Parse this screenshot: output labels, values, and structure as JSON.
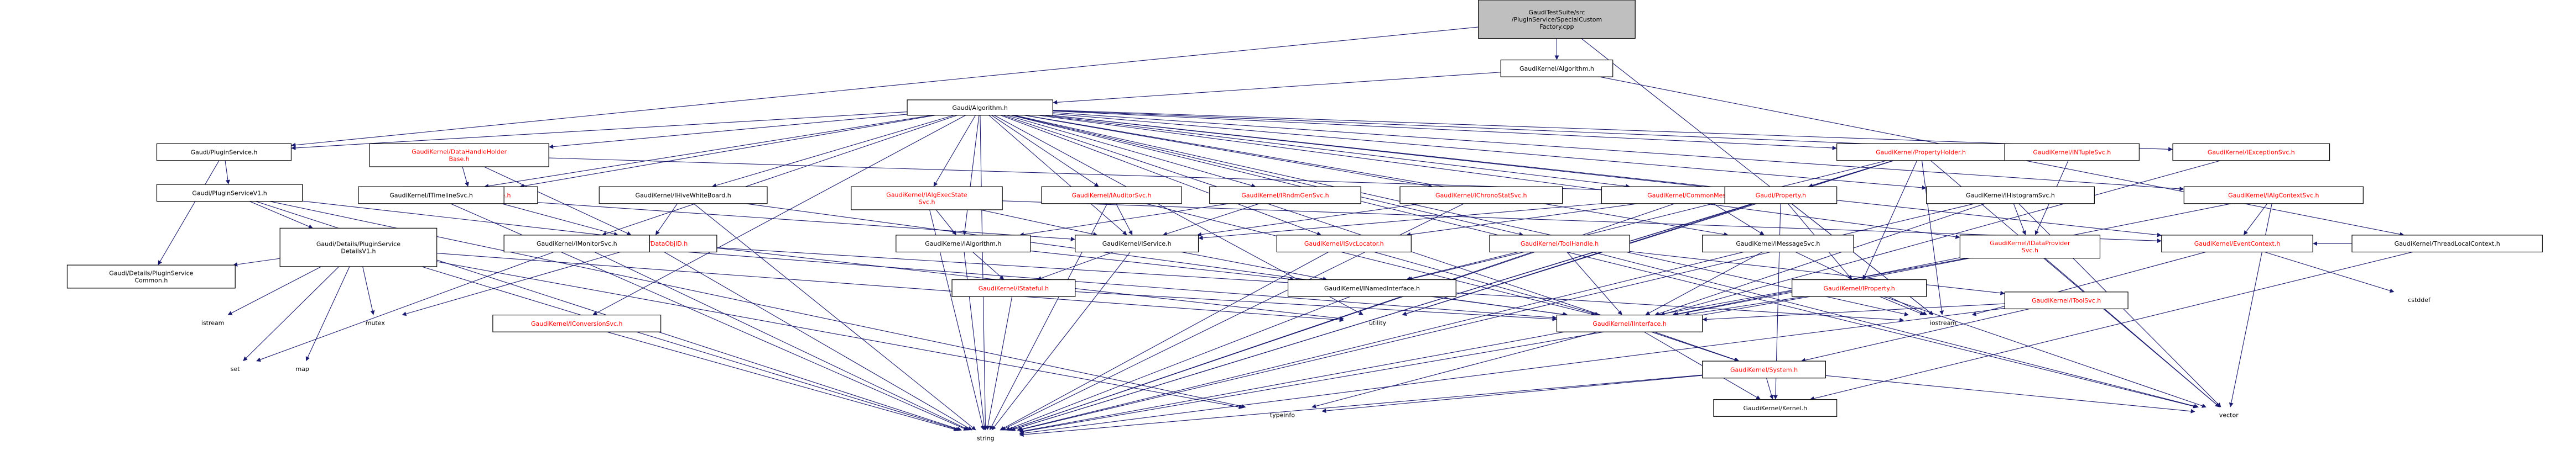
{
  "colors": {
    "node_fill": "#ffffff",
    "root_fill": "#bfbfbf",
    "node_border": "#000000",
    "edge": "#191970",
    "link_text": "#000000",
    "missing_text": "#ff0000"
  },
  "nodes": [
    {
      "id": "root",
      "label": "GaudiTestSuite/src\n/PluginService/SpecialCustom\nFactory.cpp",
      "style": "root"
    },
    {
      "id": "ga_main",
      "label": "GaudiKernel/Algorithm.h",
      "style": "black"
    },
    {
      "id": "ga",
      "label": "Gaudi/Algorithm.h",
      "style": "black"
    },
    {
      "id": "gps",
      "label": "Gaudi/PluginService.h",
      "style": "black"
    },
    {
      "id": "gpsv1",
      "label": "Gaudi/PluginServiceV1.h",
      "style": "black"
    },
    {
      "id": "details_v1",
      "label": "Gaudi/Details/PluginService\nDetailsV1.h",
      "style": "black"
    },
    {
      "id": "details_common",
      "label": "Gaudi/Details/PluginService\nCommon.h",
      "style": "black"
    },
    {
      "id": "dhb",
      "label": "GaudiKernel/DataHandleHolder\nBase.h",
      "style": "red"
    },
    {
      "id": "datahandle",
      "label": "GaudiKernel/DataHandle.h",
      "style": "red"
    },
    {
      "id": "dataobjid",
      "label": "GaudiKernel/DataObjID.h",
      "style": "red"
    },
    {
      "id": "timeline",
      "label": "GaudiKernel/ITimelineSvc.h",
      "style": "black"
    },
    {
      "id": "hivewb",
      "label": "GaudiKernel/IHiveWhiteBoard.h",
      "style": "black"
    },
    {
      "id": "imonitor",
      "label": "GaudiKernel/IMonitorSvc.h",
      "style": "black"
    },
    {
      "id": "iconv",
      "label": "GaudiKernel/IConversionSvc.h",
      "style": "red"
    },
    {
      "id": "ialgexec",
      "label": "GaudiKernel/IAlgExecState\nSvc.h",
      "style": "red"
    },
    {
      "id": "iauditor",
      "label": "GaudiKernel/IAuditorSvc.h",
      "style": "red"
    },
    {
      "id": "irndm",
      "label": "GaudiKernel/IRndmGenSvc.h",
      "style": "red"
    },
    {
      "id": "ichrono",
      "label": "GaudiKernel/IChronoStatSvc.h",
      "style": "red"
    },
    {
      "id": "commonmsg",
      "label": "GaudiKernel/CommonMessaging.h",
      "style": "red"
    },
    {
      "id": "propholder",
      "label": "GaudiKernel/PropertyHolder.h",
      "style": "red"
    },
    {
      "id": "intuple",
      "label": "GaudiKernel/INTupleSvc.h",
      "style": "red"
    },
    {
      "id": "iexception",
      "label": "GaudiKernel/IExceptionSvc.h",
      "style": "red"
    },
    {
      "id": "ialgcontext",
      "label": "GaudiKernel/IAlgContextSvc.h",
      "style": "red"
    },
    {
      "id": "property",
      "label": "Gaudi/Property.h",
      "style": "red"
    },
    {
      "id": "ihisto",
      "label": "GaudiKernel/IHistogramSvc.h",
      "style": "black"
    },
    {
      "id": "ialgorithm",
      "label": "GaudiKernel/IAlgorithm.h",
      "style": "black"
    },
    {
      "id": "iservice",
      "label": "GaudiKernel/IService.h",
      "style": "black"
    },
    {
      "id": "isvclocator",
      "label": "GaudiKernel/ISvcLocator.h",
      "style": "red"
    },
    {
      "id": "toolhandle",
      "label": "GaudiKernel/ToolHandle.h",
      "style": "red"
    },
    {
      "id": "imessage",
      "label": "GaudiKernel/IMessageSvc.h",
      "style": "black"
    },
    {
      "id": "idataprov",
      "label": "GaudiKernel/IDataProvider\nSvc.h",
      "style": "red"
    },
    {
      "id": "eventctx",
      "label": "GaudiKernel/EventContext.h",
      "style": "red"
    },
    {
      "id": "threadlocal",
      "label": "GaudiKernel/ThreadLocalContext.h",
      "style": "black"
    },
    {
      "id": "iproperty",
      "label": "GaudiKernel/IProperty.h",
      "style": "red"
    },
    {
      "id": "istateful",
      "label": "GaudiKernel/IStateful.h",
      "style": "red"
    },
    {
      "id": "inamed",
      "label": "GaudiKernel/INamedInterface.h",
      "style": "black"
    },
    {
      "id": "itoolsvc",
      "label": "GaudiKernel/IToolSvc.h",
      "style": "red"
    },
    {
      "id": "iinterface",
      "label": "GaudiKernel/IInterface.h",
      "style": "red"
    },
    {
      "id": "system",
      "label": "GaudiKernel/System.h",
      "style": "red"
    },
    {
      "id": "kernel",
      "label": "GaudiKernel/Kernel.h",
      "style": "black"
    },
    {
      "id": "utility",
      "label": "utility",
      "style": "plain"
    },
    {
      "id": "iostream",
      "label": "iostream",
      "style": "plain"
    },
    {
      "id": "cstddef",
      "label": "cstddef",
      "style": "plain"
    },
    {
      "id": "istream",
      "label": "istream",
      "style": "plain"
    },
    {
      "id": "set",
      "label": "set",
      "style": "plain"
    },
    {
      "id": "mutex",
      "label": "mutex",
      "style": "plain"
    },
    {
      "id": "map",
      "label": "map",
      "style": "plain"
    },
    {
      "id": "typeinfo",
      "label": "typeinfo",
      "style": "plain"
    },
    {
      "id": "string",
      "label": "string",
      "style": "plain"
    },
    {
      "id": "vector",
      "label": "vector",
      "style": "plain"
    }
  ],
  "edges": [
    [
      "root",
      "ga_main"
    ],
    [
      "root",
      "gps"
    ],
    [
      "root",
      "iostream"
    ],
    [
      "ga_main",
      "ga"
    ],
    [
      "ga_main",
      "threadlocal"
    ],
    [
      "ga",
      "gps"
    ],
    [
      "ga",
      "dhb"
    ],
    [
      "ga",
      "datahandle"
    ],
    [
      "ga",
      "timeline"
    ],
    [
      "ga",
      "hivewb"
    ],
    [
      "ga",
      "imonitor"
    ],
    [
      "ga",
      "iconv"
    ],
    [
      "ga",
      "ialgexec"
    ],
    [
      "ga",
      "iauditor"
    ],
    [
      "ga",
      "irndm"
    ],
    [
      "ga",
      "ichrono"
    ],
    [
      "ga",
      "commonmsg"
    ],
    [
      "ga",
      "propholder"
    ],
    [
      "ga",
      "intuple"
    ],
    [
      "ga",
      "iexception"
    ],
    [
      "ga",
      "ialgcontext"
    ],
    [
      "ga",
      "property"
    ],
    [
      "ga",
      "ihisto"
    ],
    [
      "ga",
      "ialgorithm"
    ],
    [
      "ga",
      "iservice"
    ],
    [
      "ga",
      "isvclocator"
    ],
    [
      "ga",
      "toolhandle"
    ],
    [
      "ga",
      "imessage"
    ],
    [
      "ga",
      "idataprov"
    ],
    [
      "ga",
      "eventctx"
    ],
    [
      "ga",
      "system"
    ],
    [
      "ga",
      "string"
    ],
    [
      "ga",
      "vector"
    ],
    [
      "ga",
      "utility"
    ],
    [
      "ga",
      "iostream"
    ],
    [
      "gps",
      "gpsv1"
    ],
    [
      "gps",
      "details_common"
    ],
    [
      "gpsv1",
      "details_v1"
    ],
    [
      "gpsv1",
      "string"
    ],
    [
      "gpsv1",
      "typeinfo"
    ],
    [
      "gpsv1",
      "utility"
    ],
    [
      "details_v1",
      "details_common"
    ],
    [
      "details_v1",
      "istream"
    ],
    [
      "details_v1",
      "map"
    ],
    [
      "details_v1",
      "set"
    ],
    [
      "details_v1",
      "mutex"
    ],
    [
      "details_v1",
      "string"
    ],
    [
      "details_v1",
      "typeinfo"
    ],
    [
      "details_v1",
      "utility"
    ],
    [
      "dhb",
      "datahandle"
    ],
    [
      "dhb",
      "dataobjid"
    ],
    [
      "dhb",
      "property"
    ],
    [
      "datahandle",
      "dataobjid"
    ],
    [
      "dataobjid",
      "string"
    ],
    [
      "dataobjid",
      "mutex"
    ],
    [
      "dataobjid",
      "iostream"
    ],
    [
      "timeline",
      "iservice"
    ],
    [
      "timeline",
      "string"
    ],
    [
      "hivewb",
      "dataobjid"
    ],
    [
      "hivewb",
      "iinterface"
    ],
    [
      "hivewb",
      "string"
    ],
    [
      "imonitor",
      "iinterface"
    ],
    [
      "imonitor",
      "set"
    ],
    [
      "imonitor",
      "string"
    ],
    [
      "iconv",
      "string"
    ],
    [
      "ialgexec",
      "iservice"
    ],
    [
      "ialgexec",
      "ialgorithm"
    ],
    [
      "ialgexec",
      "eventctx"
    ],
    [
      "ialgexec",
      "string"
    ],
    [
      "iauditor",
      "iservice"
    ],
    [
      "iauditor",
      "iinterface"
    ],
    [
      "iauditor",
      "string"
    ],
    [
      "irndm",
      "iservice"
    ],
    [
      "irndm",
      "ialgorithm"
    ],
    [
      "ichrono",
      "iservice"
    ],
    [
      "ichrono",
      "string"
    ],
    [
      "commonmsg",
      "iservice"
    ],
    [
      "commonmsg",
      "isvclocator"
    ],
    [
      "commonmsg",
      "imessage"
    ],
    [
      "commonmsg",
      "string"
    ],
    [
      "propholder",
      "property"
    ],
    [
      "propholder",
      "iproperty"
    ],
    [
      "propholder",
      "inamed"
    ],
    [
      "propholder",
      "string"
    ],
    [
      "propholder",
      "vector"
    ],
    [
      "propholder",
      "utility"
    ],
    [
      "propholder",
      "iostream"
    ],
    [
      "intuple",
      "idataprov"
    ],
    [
      "iexception",
      "iinterface"
    ],
    [
      "ialgcontext",
      "eventctx"
    ],
    [
      "ialgcontext",
      "iinterface"
    ],
    [
      "ialgcontext",
      "vector"
    ],
    [
      "property",
      "iproperty"
    ],
    [
      "property",
      "kernel"
    ],
    [
      "property",
      "string"
    ],
    [
      "property",
      "utility"
    ],
    [
      "property",
      "iostream"
    ],
    [
      "ihisto",
      "idataprov"
    ],
    [
      "ihisto",
      "iinterface"
    ],
    [
      "ihisto",
      "string"
    ],
    [
      "ihisto",
      "vector"
    ],
    [
      "ialgorithm",
      "istateful"
    ],
    [
      "ialgorithm",
      "inamed"
    ],
    [
      "ialgorithm",
      "string"
    ],
    [
      "iservice",
      "istateful"
    ],
    [
      "iservice",
      "inamed"
    ],
    [
      "iservice",
      "string"
    ],
    [
      "isvclocator",
      "iinterface"
    ],
    [
      "isvclocator",
      "string"
    ],
    [
      "toolhandle",
      "inamed"
    ],
    [
      "toolhandle",
      "itoolsvc"
    ],
    [
      "toolhandle",
      "iinterface"
    ],
    [
      "toolhandle",
      "string"
    ],
    [
      "toolhandle",
      "vector"
    ],
    [
      "imessage",
      "iinterface"
    ],
    [
      "imessage",
      "iostream"
    ],
    [
      "imessage",
      "string"
    ],
    [
      "idataprov",
      "iinterface"
    ],
    [
      "idataprov",
      "string"
    ],
    [
      "idataprov",
      "vector"
    ],
    [
      "eventctx",
      "cstddef"
    ],
    [
      "eventctx",
      "iostream"
    ],
    [
      "threadlocal",
      "eventctx"
    ],
    [
      "threadlocal",
      "kernel"
    ],
    [
      "iproperty",
      "iinterface"
    ],
    [
      "iproperty",
      "iostream"
    ],
    [
      "iproperty",
      "string"
    ],
    [
      "iproperty",
      "vector"
    ],
    [
      "istateful",
      "iinterface"
    ],
    [
      "istateful",
      "string"
    ],
    [
      "inamed",
      "iinterface"
    ],
    [
      "inamed",
      "string"
    ],
    [
      "itoolsvc",
      "iinterface"
    ],
    [
      "itoolsvc",
      "system"
    ],
    [
      "itoolsvc",
      "string"
    ],
    [
      "iinterface",
      "system"
    ],
    [
      "iinterface",
      "kernel"
    ],
    [
      "iinterface",
      "typeinfo"
    ],
    [
      "system",
      "kernel"
    ],
    [
      "system",
      "string"
    ],
    [
      "system",
      "vector"
    ],
    [
      "system",
      "typeinfo"
    ]
  ]
}
